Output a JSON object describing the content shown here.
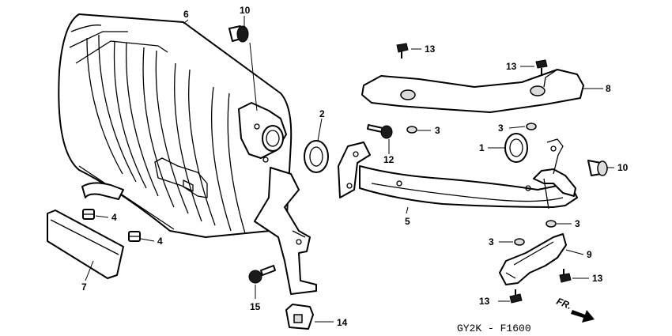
{
  "callouts": {
    "c1": "1",
    "c2": "2",
    "c3a": "3",
    "c3b": "3",
    "c3c": "3",
    "c3d": "3",
    "c4a": "4",
    "c4b": "4",
    "c5": "5",
    "c6": "6",
    "c7": "7",
    "c8": "8",
    "c9": "9",
    "c10a": "10",
    "c10b": "10",
    "c12": "12",
    "c13a": "13",
    "c13b": "13",
    "c13c": "13",
    "c14": "14",
    "c15": "15"
  },
  "direction_label": "FR.",
  "diagram_code": "GY2K - F1600"
}
